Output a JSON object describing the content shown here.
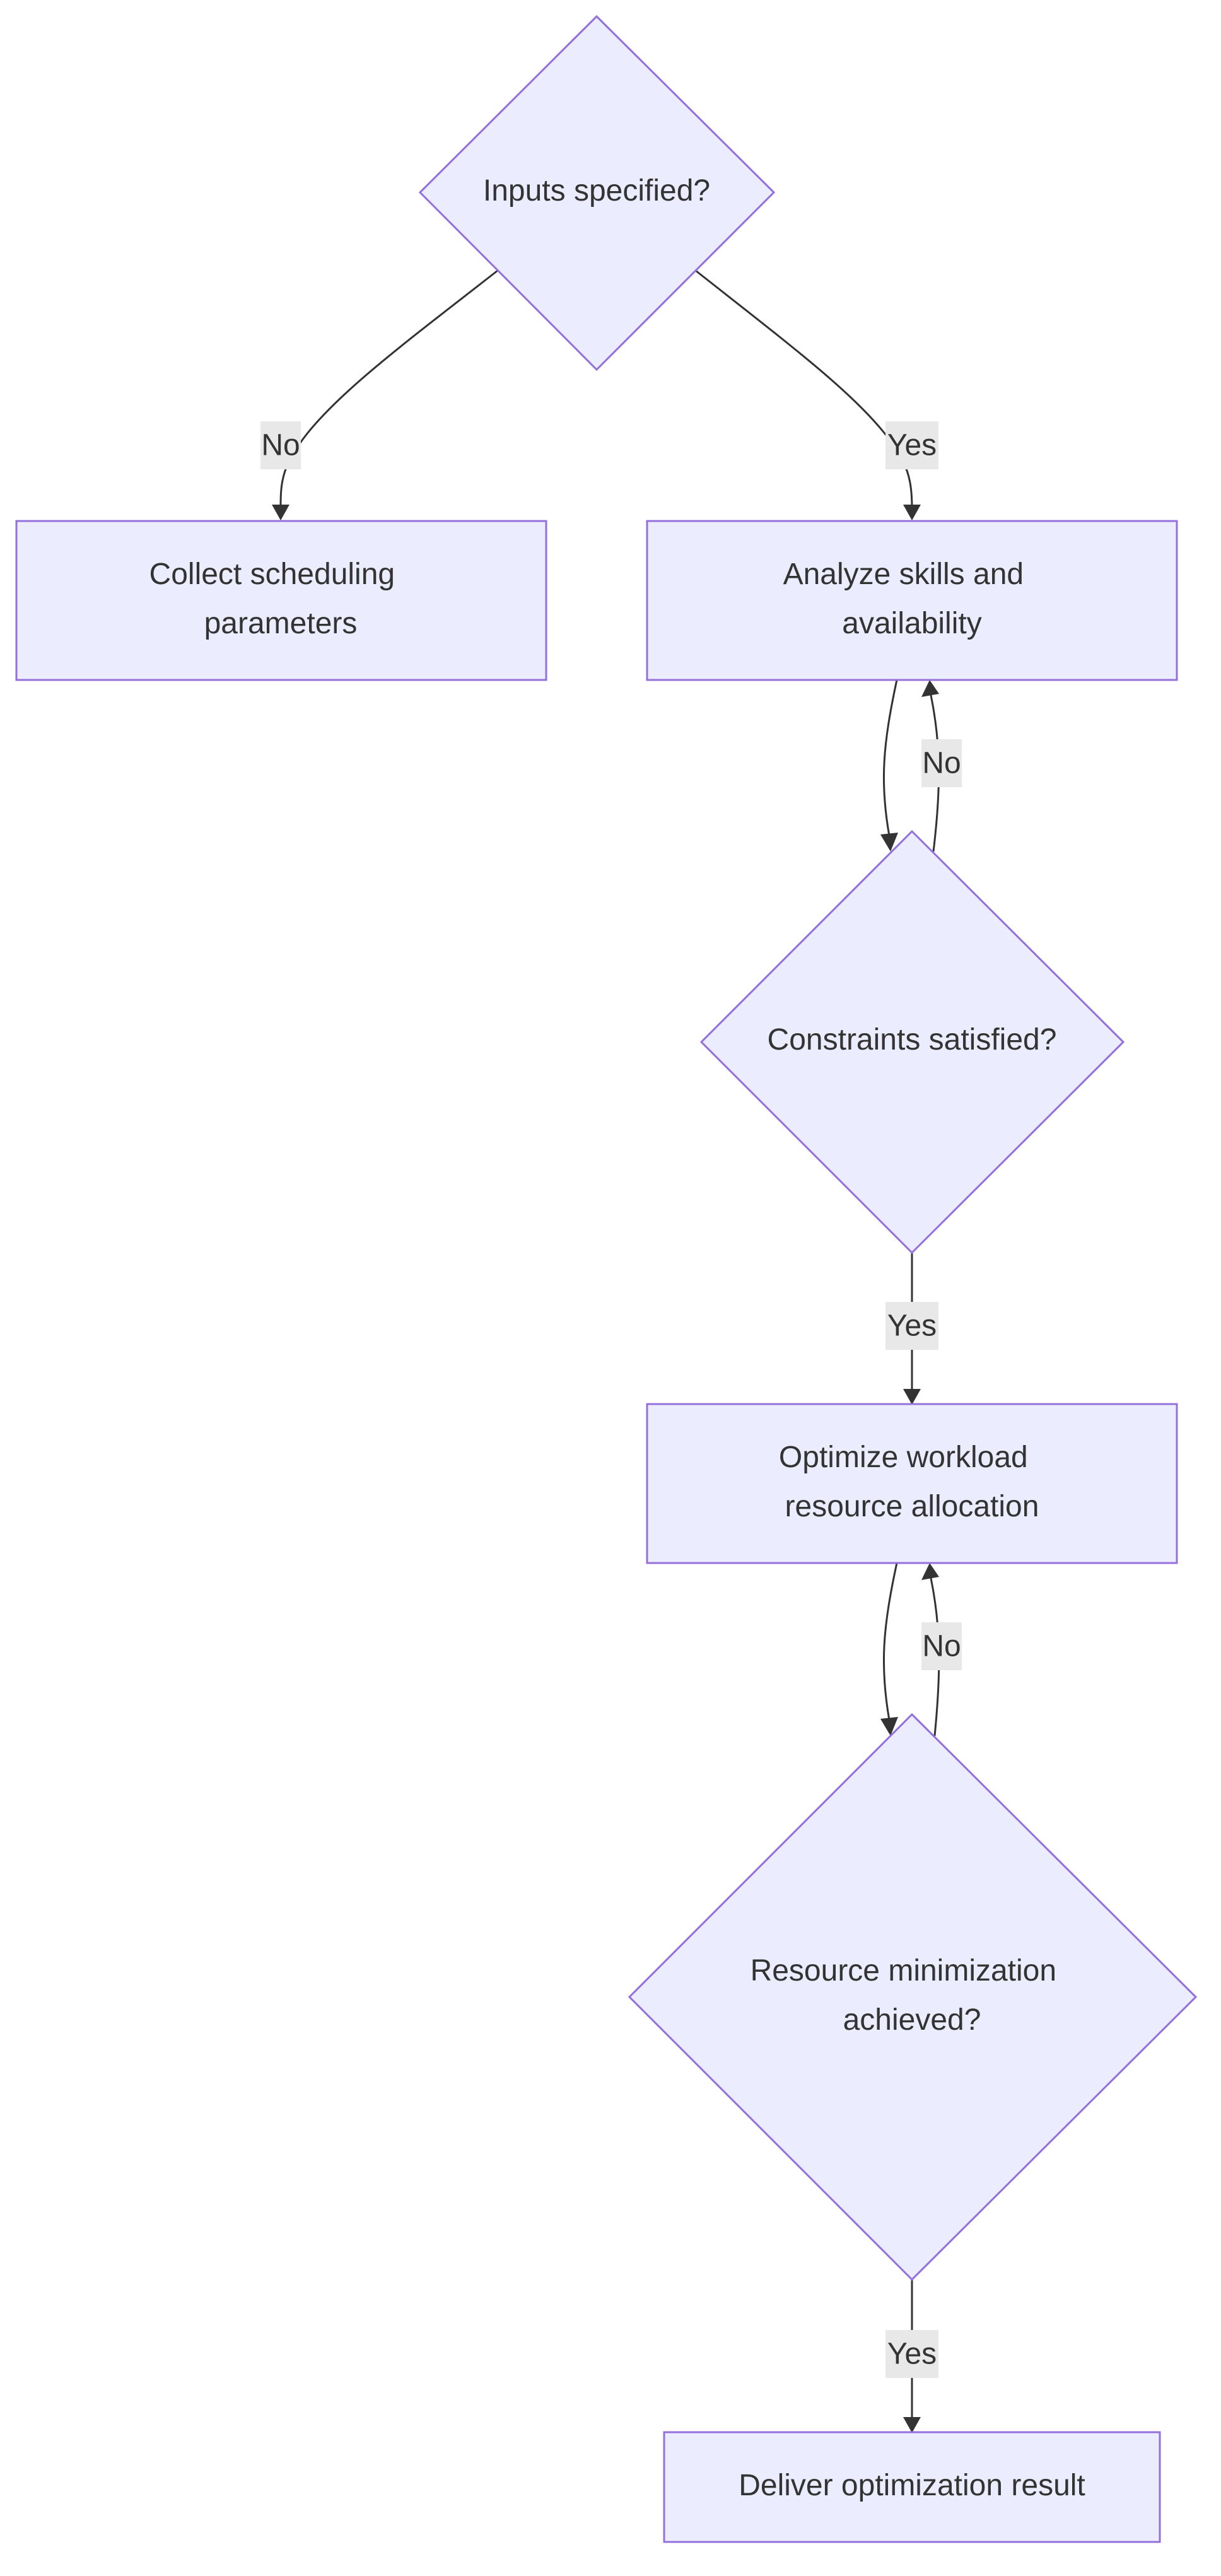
{
  "diagram": {
    "type": "flowchart",
    "colors": {
      "node_fill": "#ececff",
      "node_stroke": "#9370db",
      "edge": "#333333",
      "text": "#333333",
      "label_bg": "#e8e8e8"
    },
    "nodes": {
      "inputs_specified": {
        "lines": [
          "Inputs specified?"
        ]
      },
      "collect_params": {
        "lines": [
          "Collect scheduling",
          "parameters"
        ]
      },
      "analyze_skills": {
        "lines": [
          "Analyze skills and",
          "availability"
        ]
      },
      "constraints_satisfied": {
        "lines": [
          "Constraints satisfied?"
        ]
      },
      "optimize_allocation": {
        "lines": [
          "Optimize workload",
          "resource allocation"
        ]
      },
      "resource_min": {
        "lines": [
          "Resource minimization",
          "achieved?"
        ]
      },
      "deliver_result": {
        "lines": [
          "Deliver optimization result"
        ]
      }
    },
    "edges": {
      "inputs_to_collect": {
        "label": "No"
      },
      "inputs_to_analyze": {
        "label": "Yes"
      },
      "constraints_to_analyze": {
        "label": "No"
      },
      "constraints_to_optimize": {
        "label": "Yes"
      },
      "resource_to_optimize": {
        "label": "No"
      },
      "resource_to_deliver": {
        "label": "Yes"
      }
    }
  }
}
